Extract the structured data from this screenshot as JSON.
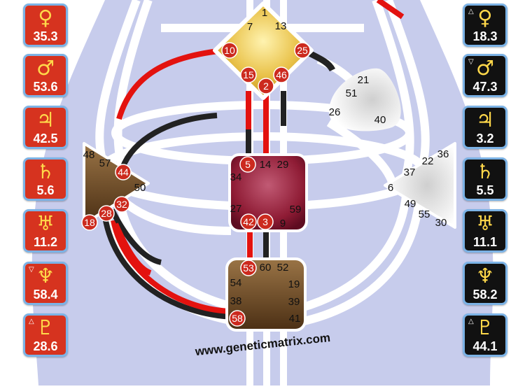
{
  "left_column": [
    {
      "glyph": "♀",
      "value": "35.3",
      "mark": "",
      "icon": "venus-icon"
    },
    {
      "glyph": "♂",
      "value": "53.6",
      "mark": "",
      "icon": "mars-icon"
    },
    {
      "glyph": "♃",
      "value": "42.5",
      "mark": "",
      "icon": "jupiter-icon"
    },
    {
      "glyph": "♄",
      "value": "5.6",
      "mark": "",
      "icon": "saturn-icon"
    },
    {
      "glyph": "♅",
      "value": "11.2",
      "mark": "",
      "icon": "uranus-icon"
    },
    {
      "glyph": "♆",
      "value": "58.4",
      "mark": "▽",
      "icon": "neptune-icon"
    },
    {
      "glyph": "♇",
      "value": "28.6",
      "mark": "△",
      "icon": "pluto-icon"
    }
  ],
  "right_column": [
    {
      "glyph": "♀",
      "value": "18.3",
      "mark": "△",
      "icon": "venus-icon"
    },
    {
      "glyph": "♂",
      "value": "47.3",
      "mark": "▽",
      "icon": "mars-icon"
    },
    {
      "glyph": "♃",
      "value": "3.2",
      "mark": "",
      "icon": "jupiter-icon"
    },
    {
      "glyph": "♄",
      "value": "5.5",
      "mark": "",
      "icon": "saturn-icon"
    },
    {
      "glyph": "♅",
      "value": "11.1",
      "mark": "",
      "icon": "uranus-icon"
    },
    {
      "glyph": "♆",
      "value": "58.2",
      "mark": "",
      "icon": "neptune-icon"
    },
    {
      "glyph": "♇",
      "value": "44.1",
      "mark": "△",
      "icon": "pluto-icon"
    }
  ],
  "centers": {
    "g": {
      "plain": [
        "1",
        "7",
        "13"
      ],
      "active": [
        "10",
        "25",
        "15",
        "46",
        "2"
      ]
    },
    "throat_right": {
      "plain": [
        "21",
        "51",
        "26",
        "40"
      ],
      "active": []
    },
    "heart": {
      "plain": [
        "14",
        "29",
        "34",
        "27",
        "59",
        "9"
      ],
      "active": [
        "5",
        "42",
        "3"
      ]
    },
    "spleen": {
      "plain": [
        "48",
        "57",
        "50"
      ],
      "active": [
        "44",
        "32",
        "28",
        "18"
      ]
    },
    "solar_plexus": {
      "plain": [
        "36",
        "22",
        "37",
        "6",
        "49",
        "55",
        "30"
      ],
      "active": []
    },
    "root": {
      "plain": [
        "60",
        "52",
        "54",
        "19",
        "38",
        "39",
        "41"
      ],
      "active": [
        "53",
        "58"
      ]
    }
  },
  "watermark": "www.geneticmatrix.com",
  "colors": {
    "red_card": "#d6331f",
    "black_card": "#111111",
    "card_border": "#7cb3e6",
    "glyph": "#ffd84a",
    "gate_active": "#cc2a1e",
    "channel_red": "#e3120f",
    "channel_black": "#222222",
    "body_bg": "#c7ccec",
    "g_center": "#e7bd3c",
    "sacral": "#8f1c35",
    "root": "#6a4a28",
    "spleen": "#6b4b2b"
  }
}
